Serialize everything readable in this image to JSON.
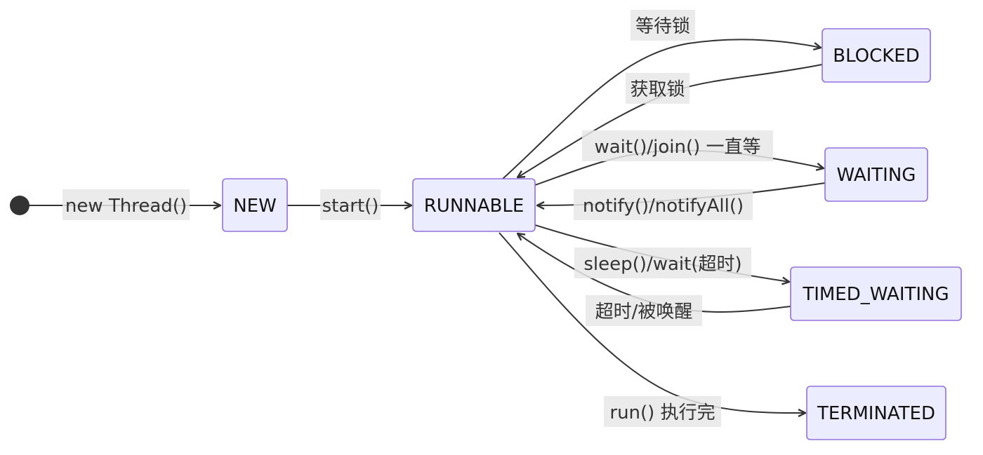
{
  "states": {
    "new": "NEW",
    "runnable": "RUNNABLE",
    "blocked": "BLOCKED",
    "waiting": "WAITING",
    "timed_waiting": "TIMED_WAITING",
    "terminated": "TERMINATED"
  },
  "transitions": {
    "new_thread": "new Thread()",
    "start": "start()",
    "wait_lock": "等待锁",
    "acquire_lock": "获取锁",
    "wait_join": "wait()/join() 一直等",
    "notify": "notify()/notifyAll()",
    "sleep_wait": "sleep()/wait(超时)",
    "timeout_wake": "超时/被唤醒",
    "run_done": "run() 执行完"
  },
  "colors": {
    "node_fill": "#ECECFF",
    "node_stroke": "#9370DB",
    "edge": "#333333",
    "label_bg": "#E8E8E8"
  }
}
